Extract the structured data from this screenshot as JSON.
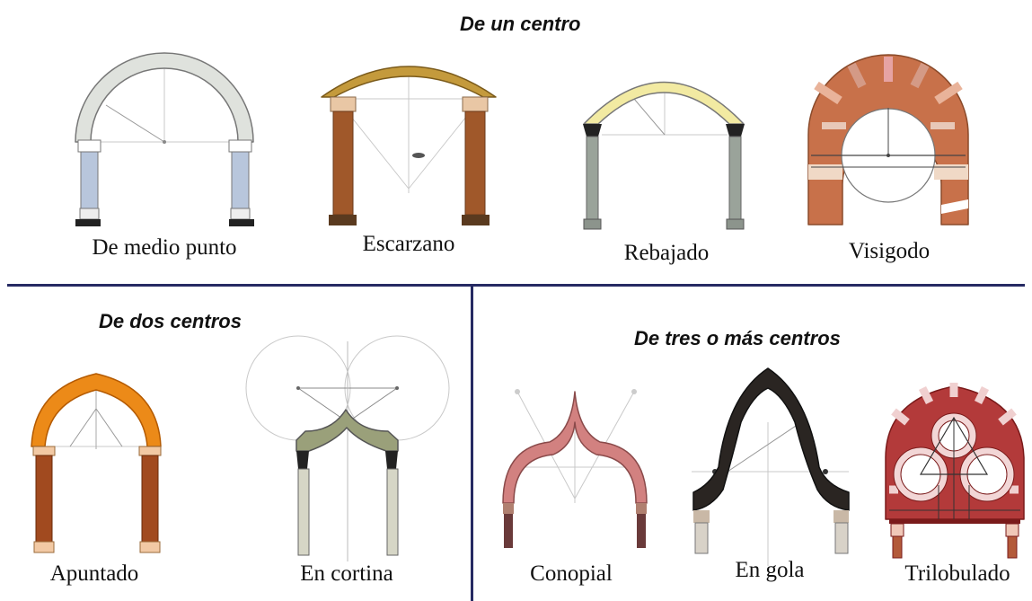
{
  "sections": {
    "one_center": "De un centro",
    "two_centers": "De dos centros",
    "three_centers": "De tres o más centros"
  },
  "arches": {
    "medio_punto": "De medio punto",
    "escarzano": "Escarzano",
    "rebajado": "Rebajado",
    "visigodo": "Visigodo",
    "apuntado": "Apuntado",
    "en_cortina": "En cortina",
    "conopial": "Conopial",
    "en_gola": "En gola",
    "trilobulado": "Trilobulado"
  }
}
